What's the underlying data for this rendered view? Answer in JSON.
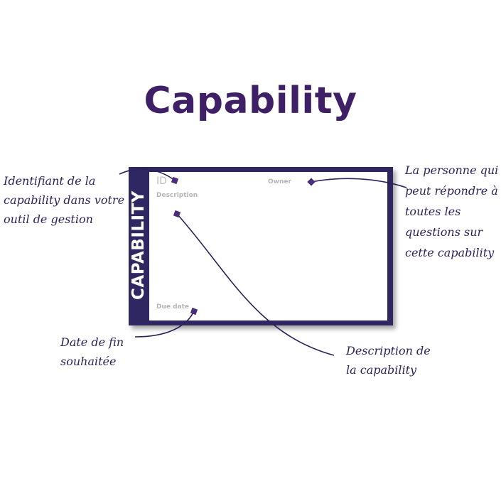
{
  "title": "Capability",
  "colors": {
    "title": "#3f1f66",
    "card_frame": "#2f2762",
    "field_label": "#b5b5b5",
    "annotation": "#2f1f5a"
  },
  "card": {
    "band_label": "CAPABILITY",
    "fields": {
      "id": "ID",
      "owner": "Owner",
      "description": "Description",
      "due_date": "Due date"
    }
  },
  "annotations": {
    "id": [
      "Identifiant de la",
      "capability dans votre",
      "outil de gestion"
    ],
    "owner": [
      "La personne qui",
      "peut répondre à",
      "toutes les",
      "questions sur",
      "cette capability"
    ],
    "due_date": [
      "Date de fin",
      "souhaitée"
    ],
    "description": [
      "Description de",
      "la capability"
    ]
  }
}
